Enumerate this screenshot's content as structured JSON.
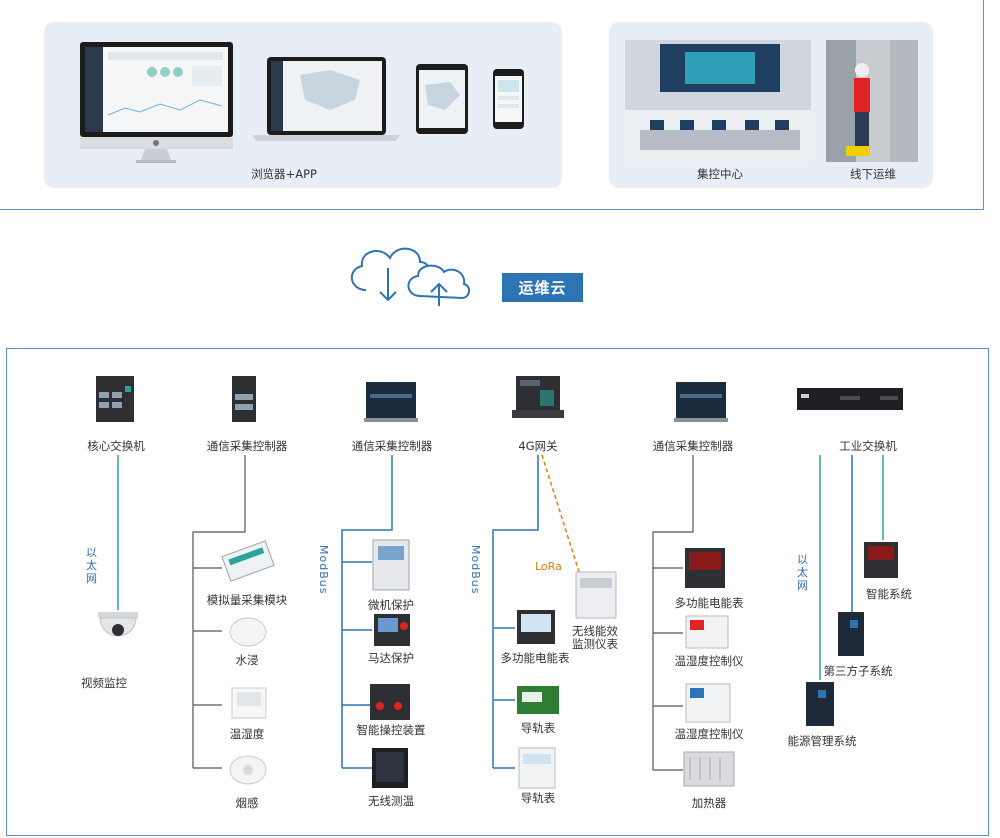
{
  "top": {
    "left_panel_caption": "浏览器+APP",
    "center_caption": "集控中心",
    "field_caption": "线下运维"
  },
  "cloud": {
    "label": "运维云"
  },
  "columns": [
    {
      "device": "核心交换机",
      "link_label": "以\n太\n网",
      "children": [
        "视频监控"
      ]
    },
    {
      "device": "通信采集控制器",
      "children": [
        "模拟量采集模块",
        "水浸",
        "温湿度",
        "烟感"
      ]
    },
    {
      "device": "通信采集控制器",
      "bus_label": "ModBus",
      "children": [
        "微机保护",
        "马达保护",
        "智能操控装置",
        "无线测温"
      ]
    },
    {
      "device": "4G网关",
      "bus_label": "ModBus",
      "wireless_label": "LoRa",
      "wireless_child": "无线能效\n监测仪表",
      "children": [
        "多功能电能表",
        "导轨表",
        "导轨表"
      ]
    },
    {
      "device": "通信采集控制器",
      "children": [
        "多功能电能表",
        "温湿度控制仪",
        "温湿度控制仪",
        "加热器"
      ]
    },
    {
      "device": "工业交换机",
      "link_label": "以\n太\n网",
      "children": [
        "智能系统",
        "第三方子系统",
        "能源管理系统"
      ]
    }
  ],
  "colors": {
    "frame": "#5b8ec7",
    "teal_line": "#2aa39a",
    "blue_line": "#2e74b5",
    "gray_line": "#555555",
    "lora": "#e07d10",
    "badge": "#2e74b5"
  }
}
